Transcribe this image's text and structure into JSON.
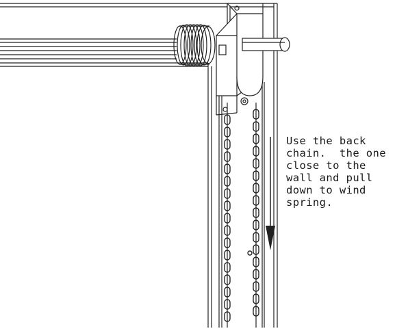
{
  "instruction": {
    "lines": [
      "Use the back",
      "chain.  the one",
      "close to the",
      "wall and pull",
      "down to wind",
      "spring."
    ]
  },
  "colors": {
    "line": "#222222",
    "background": "#ffffff"
  }
}
